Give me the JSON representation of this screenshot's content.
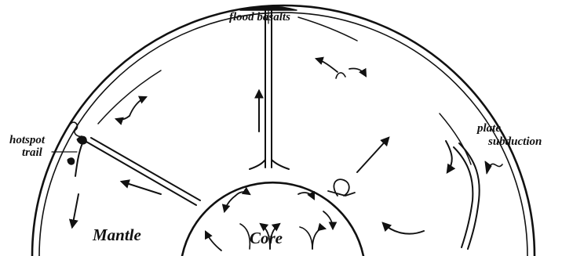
{
  "labels": {
    "flood_basalts": "flood basalts",
    "hotspot": "hotspot",
    "trail": "trail",
    "plate": "plate",
    "subduction": "subduction",
    "mantle": "Mantle",
    "core": "Core"
  },
  "colors": {
    "ink": "#111111",
    "background": "#ffffff"
  }
}
